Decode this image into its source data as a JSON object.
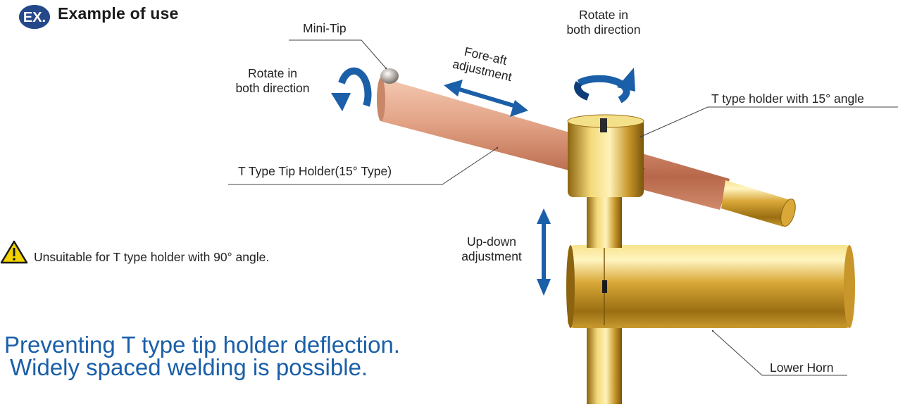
{
  "header": {
    "badge": "EX.",
    "title": "Example of use"
  },
  "labels": {
    "mini_tip": "Mini-Tip",
    "fore_aft_1": "Fore-aft",
    "fore_aft_2": "adjustment",
    "rotate_top_1": "Rotate in",
    "rotate_top_2": "both direction",
    "rotate_left_1": "Rotate in",
    "rotate_left_2": "both direction",
    "t_holder_15": "T type holder with 15° angle",
    "tip_holder": "T Type Tip Holder(15° Type)",
    "up_down_1": "Up-down",
    "up_down_2": "adjustment",
    "lower_horn": "Lower Horn"
  },
  "warning": {
    "icon": "warning-triangle-icon",
    "text": "Unsuitable for T type holder with 90° angle."
  },
  "headline": {
    "line1": "Preventing T type tip holder deflection.",
    "line2": "Widely spaced welding is possible."
  },
  "colors": {
    "accent_blue": "#1a5fa8",
    "brass": "#d4a93c",
    "copper": "#d99272",
    "badge_blue": "#1f3f7a"
  }
}
